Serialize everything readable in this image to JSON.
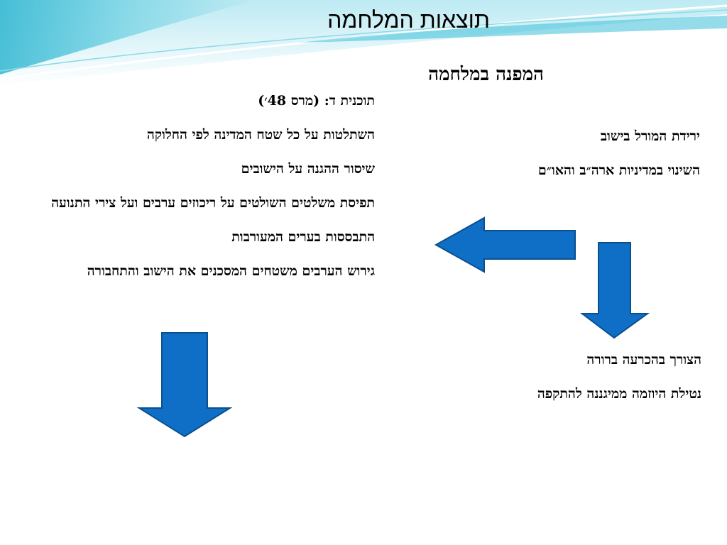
{
  "slide": {
    "title": "תוצאות המלחמה",
    "heading": "המפנה במלחמה"
  },
  "left_column": [
    "תוכנית ד: (מרס 48׳)",
    "השתלטות על כל שטח המדינה לפי החלוקה",
    "שיסור ההגנה על הישובים",
    "תפיסת משלטים השולטים על ריכוזים ערבים ועל צירי התנועה",
    "התבססות בערים המעורבות",
    "גירוש הערבים משטחים המסכנים את הישוב והתחבורה"
  ],
  "right_column_top": [
    "ירידת המורל בישוב",
    "השינוי במדיניות ארה״ב והאו״ם"
  ],
  "right_column_bottom": [
    "הצורך בהכרעה ברורה",
    "נטילת היוזמה ממיגננה להתקפה"
  ],
  "colors": {
    "arrow_fill": "#0F6FC6",
    "arrow_stroke": "#0A4F8F",
    "header_teal": "#3CC0D8",
    "header_light": "#BDEAF3"
  }
}
